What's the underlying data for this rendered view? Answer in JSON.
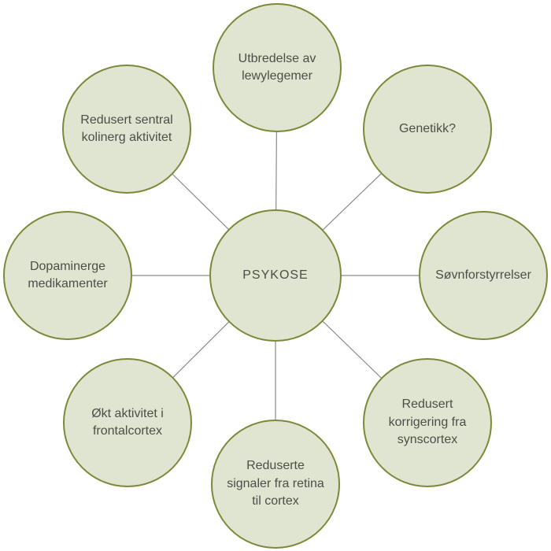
{
  "diagram": {
    "description": "Hub-and-spoke diagram of factors related to psychosis",
    "center": {
      "label": "PSYKOSE"
    },
    "nodes": {
      "top": {
        "label": "Utbredelse av\nlewylegemer"
      },
      "top_right": {
        "label": "Genetikk?"
      },
      "right": {
        "label": "Søvnforstyrrelser"
      },
      "bottom_right": {
        "label": "Redusert\nkorrigering fra\nsynscortex"
      },
      "bottom": {
        "label": "Reduserte\nsignaler fra retina\ntil cortex"
      },
      "bottom_left": {
        "label": "Økt aktivitet i\nfrontalcortex"
      },
      "left": {
        "label": "Dopaminerge\nmedikamenter"
      },
      "top_left": {
        "label": "Redusert sentral\nkolinerg aktivitet"
      }
    },
    "colors": {
      "node_fill": "#e0e5d1",
      "node_border": "#7a8a38",
      "connector": "#8b8b8b",
      "text": "#4a4f48",
      "background": "#ffffff"
    }
  }
}
